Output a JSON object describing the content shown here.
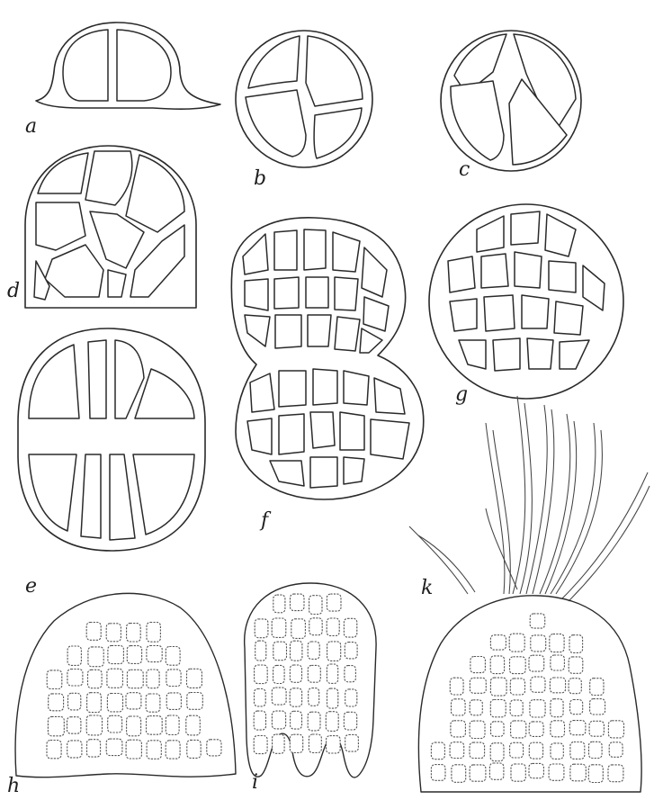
{
  "figure": {
    "labels": {
      "a": "a",
      "b": "b",
      "c": "c",
      "d": "d",
      "e": "e",
      "f": "f",
      "g": "g",
      "h": "h",
      "i": "i",
      "k": "k"
    },
    "colors": {
      "ink": "#2a2a2a",
      "paper": "#ffffff"
    }
  }
}
